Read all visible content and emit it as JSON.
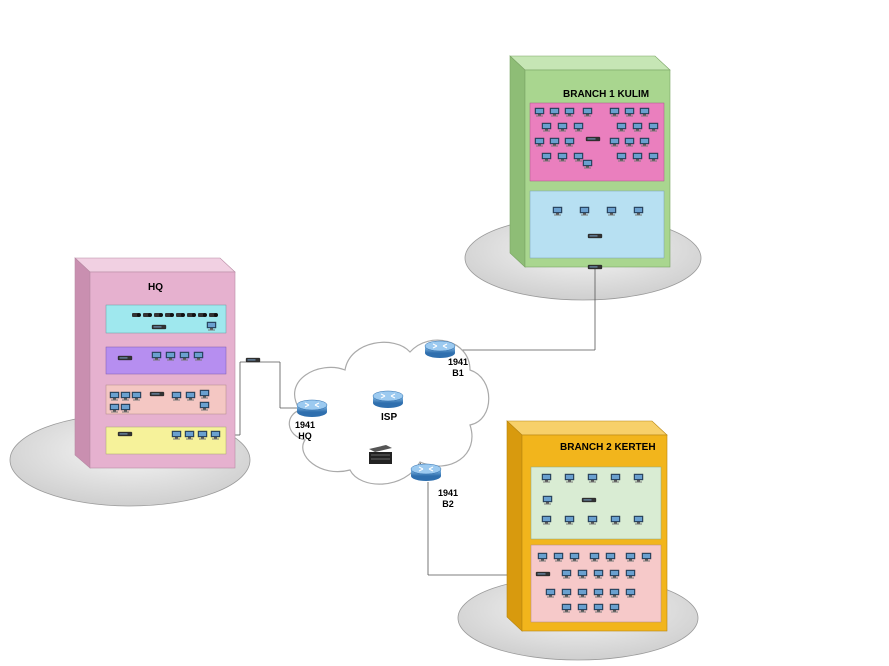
{
  "labels": {
    "hq": "HQ",
    "branch1": "BRANCH 1 KULIM",
    "branch2": "BRANCH 2 KERTEH",
    "isp": "ISP",
    "router_hq_model": "1941",
    "router_hq_site": "HQ",
    "router_b1_model": "1941",
    "router_b1_site": "B1",
    "router_b2_model": "1941",
    "router_b2_site": "B2"
  },
  "colors": {
    "hq_box": "#e8b6d2",
    "branch1_box": "#a9d68f",
    "branch2_box": "#f2b51c",
    "hq_floor1": "#9fe8ee",
    "hq_floor2": "#b68ef0",
    "hq_floor3": "#f4c7c3",
    "hq_floor4": "#f6f29a",
    "b1_floor1": "#ea7fbe",
    "b1_floor2": "#b7e0f2",
    "b2_floor1": "#d9ecd3",
    "b2_floor2": "#f6c9c9",
    "router": "#3f86c6",
    "cloud": "#ffffff"
  },
  "icons": [
    "router-icon",
    "switch-icon",
    "pc-icon",
    "server-icon",
    "cloud-icon",
    "camera-icon"
  ]
}
